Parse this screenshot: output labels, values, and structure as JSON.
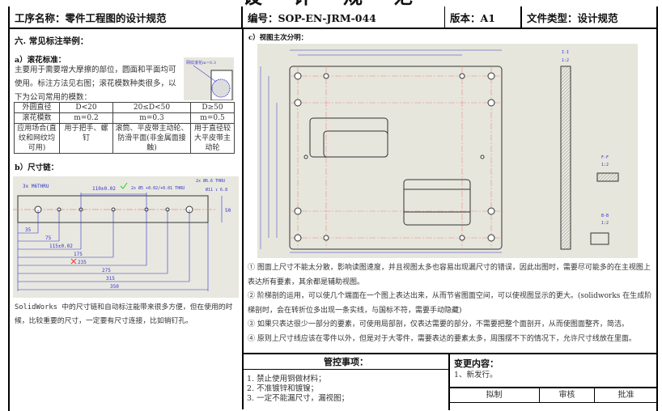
{
  "doc_title_fragment": "设计规范",
  "header": {
    "process_name": "工序名称：零件工程图的设计规范",
    "code": "编号：SOP-EN-JRM-044",
    "version": "版本：A1",
    "file_type": "文件类型：设计规范"
  },
  "left": {
    "section_title": "六. 常见标注举例：",
    "a_title": "a）滚花标准：",
    "a_text": "主要用于需要增大摩擦的部位，圆面和平面均可使用。标注方法见右图；滚花模数种类很多，以下为公司常用的模数：",
    "knurl_label": "网纹滚花m=0.3",
    "table": {
      "rows": [
        [
          "外圆直径",
          "D<20",
          "20≤D<50",
          "D≥50"
        ],
        [
          "滚花模数",
          "m=0.2",
          "m=0.3",
          "m=0.5"
        ],
        [
          "应用场合(直纹和网纹均可用)",
          "用于把手、螺钉",
          "滚筒、平皮带主动轮、防滑平面(非金属面接触)",
          "用于直径较大平皮带主动轮"
        ]
      ]
    },
    "b_title": "b）尺寸链：",
    "chain": {
      "labels": [
        "3x M6THRU",
        "110±0.02",
        "2x Ø5 +0.02/+0.01 THRU",
        "2x Ø6.6 THRU",
        "Ø11 ↧ 6.8",
        "50",
        "35",
        "75",
        "115±0.02",
        "175",
        "235",
        "275",
        "315",
        "350"
      ]
    },
    "b_text": "SolidWorks 中的尺寸链和自动标注能带来很多方便，但在使用的时候，比较重要的尺寸，一定要有尺寸连接，比如销钉孔。"
  },
  "right": {
    "c_title": "c）视图主次分明：",
    "view_labels": [
      "I-I",
      "1:2",
      "F-F",
      "1:2",
      "B-B",
      "1:2"
    ],
    "notes": [
      "① 图面上尺寸不能太分散，影响读图速度，并且视图太多也容易出现漏尺寸的错误，因此出图时，需要尽可能多的在主视图上表达所有要素，其余都是辅助视图。",
      "② 阶梯剖的运用，可以使几个端面在一个图上表达出来，从而节省图面空间，可以使视图显示的更大。(solidworks 在生成阶梯剖时，会在转折位多出现一条实线，与国标不符，需要手动隐藏)",
      "③ 如果只表达很少一部分的要素，可使用局部剖，仅表达需要的部分，不需要把整个面剖开，从而使图面整齐，简洁。",
      "④ 原则上尺寸线应该在零件以外，但是对于大零件，需要表达的要素太多，周围摆不下的情况下，允许尺寸线放在里面。"
    ]
  },
  "footer": {
    "control_title": "管控事项：",
    "control_items": [
      "1. 禁止使用铜做材料；",
      "2. 不准镀锌和镀镍；",
      "3. 一定不能漏尺寸，漏视图；"
    ],
    "change_title": "变更内容：",
    "change_items": [
      "1、新发行。"
    ],
    "sign": [
      "拟制",
      "审核",
      "批准"
    ]
  }
}
